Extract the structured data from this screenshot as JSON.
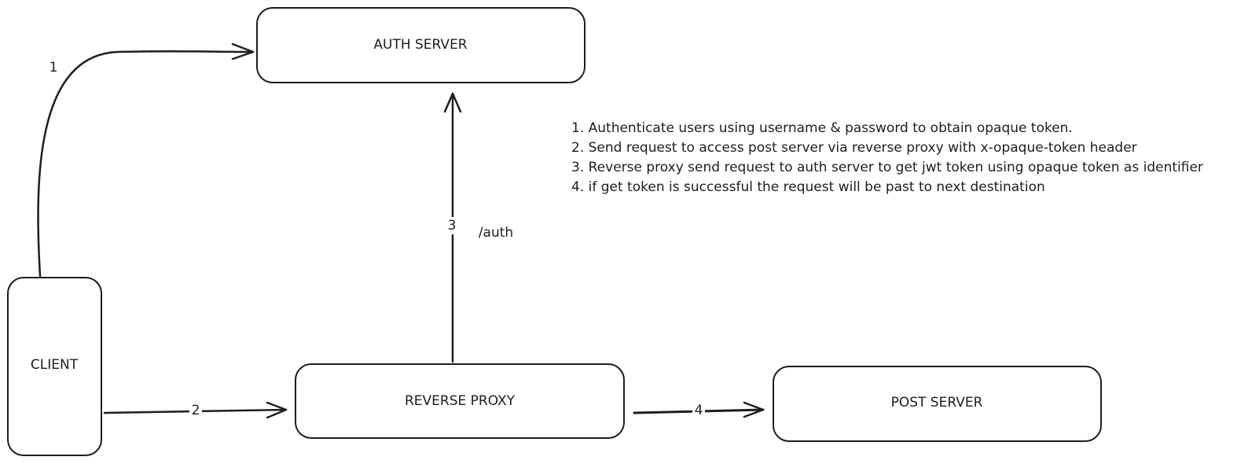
{
  "nodes": {
    "auth_server": "AUTH SERVER",
    "client": "CLIENT",
    "reverse_proxy": "REVERSE PROXY",
    "post_server": "POST SERVER"
  },
  "edges": {
    "e1": "1",
    "e2": "2",
    "e3": "3",
    "e3_path": "/auth",
    "e4": "4"
  },
  "notes": [
    "1. Authenticate users using username & password to obtain opaque token.",
    "2. Send request to access post server via reverse proxy with x-opaque-token header",
    "3. Reverse proxy send request to auth server to get jwt token using opaque token as identifier",
    "4. if get token is successful the request will be past to next destination"
  ],
  "colors": {
    "stroke": "#1e1e1e",
    "background": "#ffffff"
  }
}
